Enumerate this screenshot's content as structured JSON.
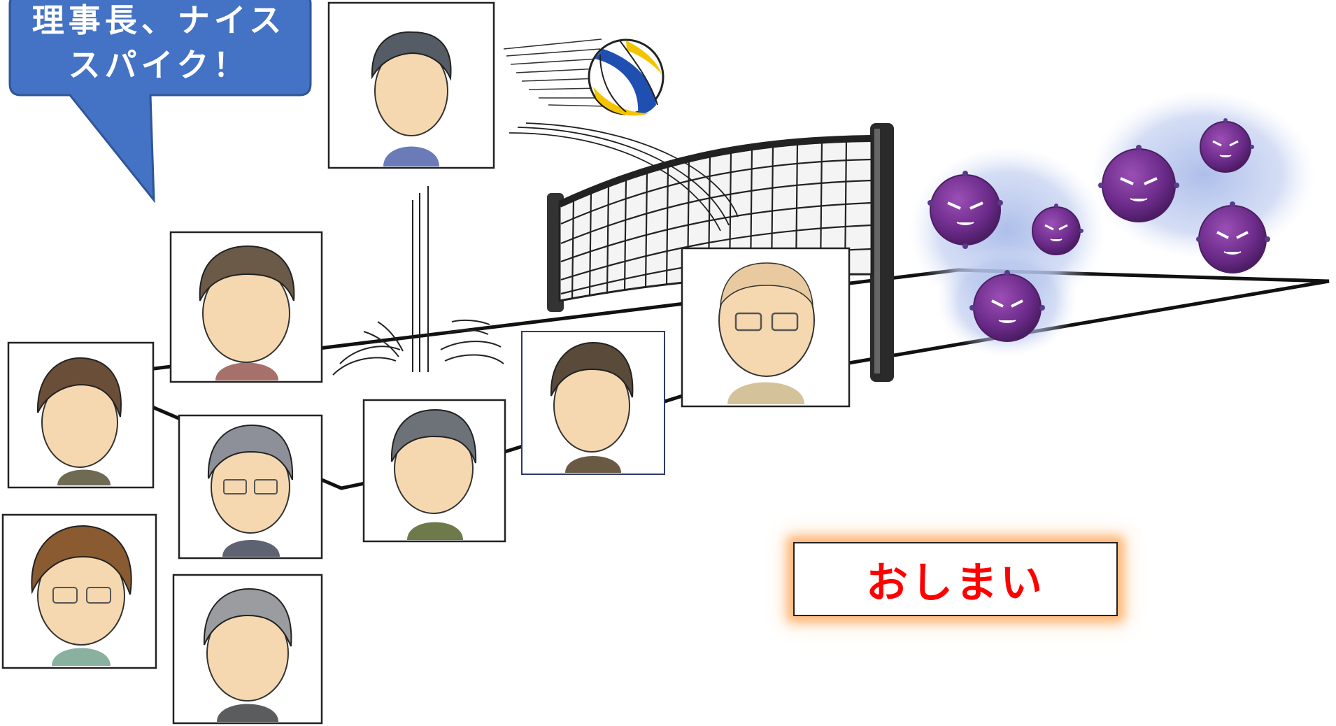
{
  "speech_bubble": {
    "line1": "理事長、ナイス",
    "line2": "スパイク！",
    "color": "#4472C4"
  },
  "end_label": {
    "text": "おしまい",
    "color": "#FF0000",
    "glow": "#FFA050"
  },
  "icons": {
    "ball": "volleyball-icon",
    "net": "volleyball-net-icon",
    "virus": "virus-icon",
    "portrait": "caricature-portrait-icon"
  }
}
